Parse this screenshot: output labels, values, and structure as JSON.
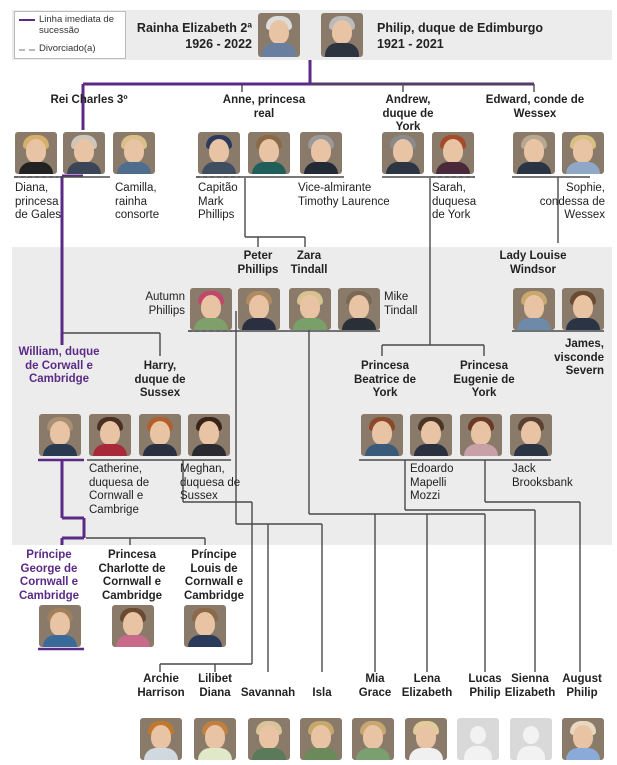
{
  "legend": {
    "line_label": "Linha imediata de sucessão",
    "divorced_label": "Divorciado(a)"
  },
  "colors": {
    "succession": "#5b2a86",
    "line": "#4a4a4a",
    "divorced": "#b9b9b9",
    "band": "#ececec"
  },
  "elizabeth": {
    "name": "Rainha Elizabeth 2ª",
    "years": "1926 - 2022"
  },
  "philip": {
    "name": "Philip, duque de Edimburgo",
    "years": "1921 - 2021"
  },
  "gen1": {
    "charles": "Rei Charles 3º",
    "anne": "Anne, princesa real",
    "andrew": "Andrew, duque de York",
    "edward": "Edward, conde de Wessex"
  },
  "spouses1": {
    "diana": "Diana, princesa de Gales",
    "camilla": "Camilla, rainha consorte",
    "phillips": "Capitão Mark Phillips",
    "laurence": "Vice-almirante Timothy Laurence",
    "sarah": "Sarah, duquesa de York",
    "sophie": "Sophie, condessa de Wessex"
  },
  "gen2": {
    "peter": "Peter Phillips",
    "zara": "Zara Tindall",
    "louise": "Lady Louise Windsor",
    "james": "James, visconde Severn",
    "william": "William, duque de Corwall e Cambridge",
    "harry": "Harry, duque de Sussex",
    "beatrice": "Princesa Beatrice de York",
    "eugenie": "Princesa Eugenie de York"
  },
  "spouses2": {
    "autumn": "Autumn Phillips",
    "mike": "Mike Tindall",
    "catherine": "Catherine, duquesa de Cornwall e Cambrige",
    "meghan": "Meghan, duquesa de Sussex",
    "edoardo": "Edoardo Mapelli Mozzi",
    "jack": "Jack Brooksbank"
  },
  "gen3": {
    "george": "Príncipe George de Cornwall e Cambridge",
    "charlotte": "Princesa Charlotte de Cornwall e Cambridge",
    "louis": "Príncipe Louis de Cornwall e Cambridge",
    "archie": "Archie Harrison",
    "lilibet": "Lilibet Diana",
    "savannah": "Savannah",
    "isla": "Isla",
    "mia": "Mia Grace",
    "lena": "Lena Elizabeth",
    "lucas": "Lucas Philip",
    "sienna": "Sienna Elizabeth",
    "august": "August Philip"
  }
}
